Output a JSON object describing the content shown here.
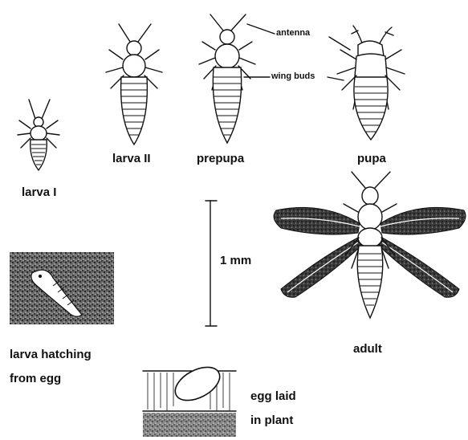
{
  "labels": {
    "larva1": "larva I",
    "larva2": "larva II",
    "prepupa": "prepupa",
    "pupa": "pupa",
    "antenna": "antenna",
    "wing_buds": "wing buds",
    "scale": "1 mm",
    "adult": "adult",
    "hatching_line1": "larva hatching",
    "hatching_line2": "from egg",
    "egg_line1": "egg laid",
    "egg_line2": "in plant"
  },
  "colors": {
    "ink": "#111111",
    "background": "#ffffff"
  }
}
